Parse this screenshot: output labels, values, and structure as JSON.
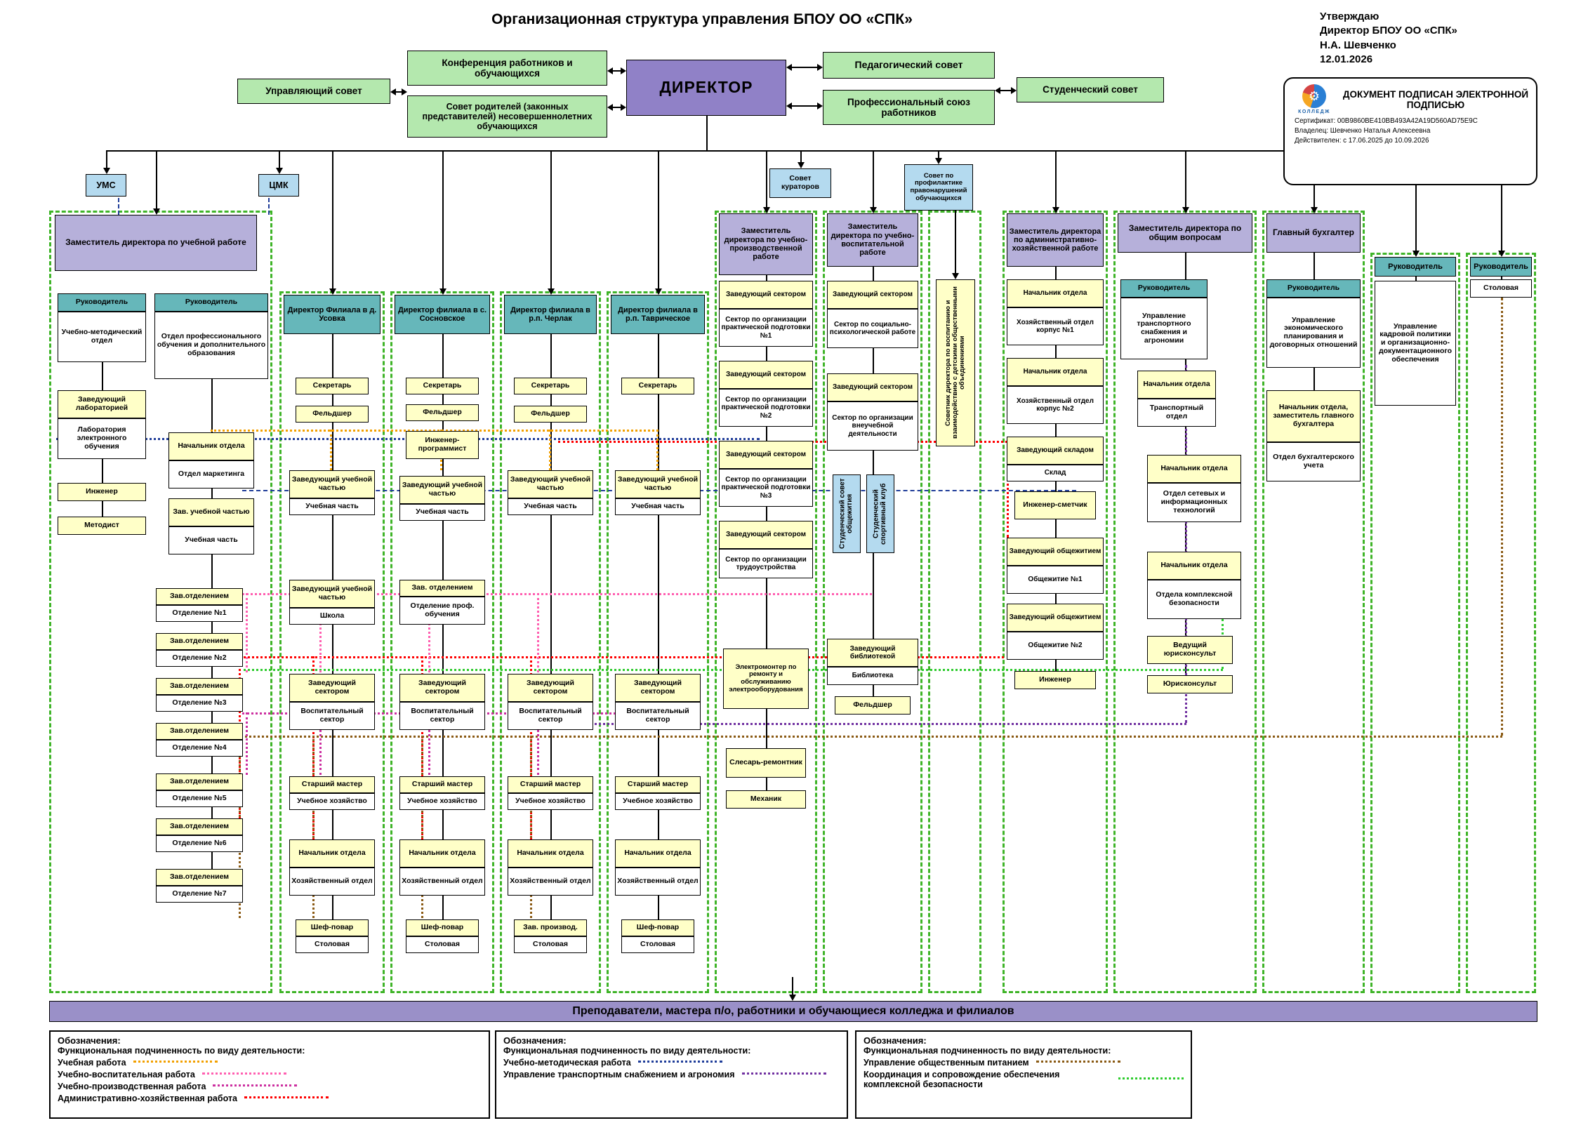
{
  "title": "Организационная структура управления  БПОУ ОО «СПК»",
  "approval": {
    "line1": "Утверждаю",
    "line2": "Директор БПОУ ОО «СПК»",
    "line3": "Н.А. Шевченко",
    "line4": "12.01.2026"
  },
  "signature": {
    "logo": "КОЛЛЕДЖ",
    "heading": "ДОКУМЕНТ ПОДПИСАН ЭЛЕКТРОННОЙ ПОДПИСЬЮ",
    "cert": "Сертификат: 00B9860BE410BB493A42A19D560AD75E9C",
    "owner": "Владелец: Шевченко Наталья Алексеевна",
    "valid": "Действителен: с 17.06.2025 до 10.09.2026"
  },
  "director": "ДИРЕКТОР",
  "councils": {
    "conference": "Конференция работников и обучающихся",
    "managing": "Управляющий совет",
    "parents": "Совет родителей (законных представителей) несовершеннолетних обучающихся",
    "pedagogical": "Педагогический совет",
    "union": "Профессиональный союз работников",
    "student": "Студенческий совет"
  },
  "units_top": {
    "ums": "УМС",
    "cmk": "ЦМК",
    "curators": "Совет кураторов",
    "prevention": "Совет по профилактике правонарушений обучающихся"
  },
  "dept_headers": {
    "uchebnaya": "Заместитель директора по учебной работе",
    "usovka": "Директор Филиала в д. Усовка",
    "sosnovskoe": "Директор филиала в с. Сосновское",
    "cherlak": "Директор филиала в р.п. Черлак",
    "tavricheskoe": "Директор филиала в р.п. Таврическое",
    "proizvodstvo": "Заместитель директора по учебно-производственной работе",
    "vospitanie": "Заместитель директора по учебно-воспитательной работе",
    "ahch": "Заместитель директора по административно-хозяйственной работе",
    "obshchie": "Заместитель директора по общим вопросам",
    "buhgalteria": "Главный бухгалтер",
    "kadry": "Руководитель",
    "stolovaya": "Руководитель"
  },
  "columns": [
    {
      "id": "umo",
      "items": [
        {
          "title": "Руководитель",
          "subtitle": "Учебно-методический отдел"
        },
        {
          "title": "Заведующий лабораторией",
          "subtitle": "Лаборатория электронного обучения"
        },
        {
          "title": "Инженер"
        },
        {
          "title": "Методист"
        }
      ]
    },
    {
      "id": "opo",
      "items": [
        {
          "title": "Руководитель",
          "subtitle": "Отдел профессионального обучения и дополнительного образования"
        },
        {
          "title": "Начальник отдела",
          "subtitle": "Отдел маркетинга"
        },
        {
          "title": "Зав. учебной частью",
          "subtitle": "Учебная часть"
        },
        {
          "title": "Зав.отделением",
          "subtitle": "Отделение №1"
        },
        {
          "title": "Зав.отделением",
          "subtitle": "Отделение №2"
        },
        {
          "title": "Зав.отделением",
          "subtitle": "Отделение №3"
        },
        {
          "title": "Зав.отделением",
          "subtitle": "Отделение №4"
        },
        {
          "title": "Зав.отделением",
          "subtitle": "Отделение №5"
        },
        {
          "title": "Зав.отделением",
          "subtitle": "Отделение №6"
        },
        {
          "title": "Зав.отделением",
          "subtitle": "Отделение №7"
        }
      ]
    },
    {
      "id": "usovka",
      "items": [
        {
          "title": "Секретарь"
        },
        {
          "title": "Фельдшер"
        },
        {
          "title": "Заведующий учебной частью",
          "subtitle": "Учебная часть"
        },
        {
          "title": "Заведующий учебной частью",
          "subtitle": "Школа"
        },
        {
          "title": "Заведующий сектором",
          "subtitle": "Воспитательный сектор"
        },
        {
          "title": "Старший мастер",
          "subtitle": "Учебное хозяйство"
        },
        {
          "title": "Начальник отдела",
          "subtitle": "Хозяйственный отдел"
        },
        {
          "title": "Шеф-повар",
          "subtitle": "Столовая"
        }
      ]
    },
    {
      "id": "sosnovskoe",
      "items": [
        {
          "title": "Секретарь"
        },
        {
          "title": "Фельдшер"
        },
        {
          "title": "Инженер-программист"
        },
        {
          "title": "Заведующий учебной частью",
          "subtitle": "Учебная часть"
        },
        {
          "title": "Зав. отделением",
          "subtitle": "Отделение проф. обучения"
        },
        {
          "title": "Заведующий сектором",
          "subtitle": "Воспитательный сектор"
        },
        {
          "title": "Старший мастер",
          "subtitle": "Учебное хозяйство"
        },
        {
          "title": "Начальник отдела",
          "subtitle": "Хозяйственный отдел"
        },
        {
          "title": "Шеф-повар",
          "subtitle": "Столовая"
        }
      ]
    },
    {
      "id": "cherlak",
      "items": [
        {
          "title": "Секретарь"
        },
        {
          "title": "Фельдшер"
        },
        {
          "title": "Заведующий учебной частью",
          "subtitle": "Учебная часть"
        },
        {
          "title": "Заведующий сектором",
          "subtitle": "Воспитательный сектор"
        },
        {
          "title": "Старший мастер",
          "subtitle": "Учебное хозяйство"
        },
        {
          "title": "Начальник отдела",
          "subtitle": "Хозяйственный отдел"
        },
        {
          "title": "Зав. производ.",
          "subtitle": "Столовая"
        }
      ]
    },
    {
      "id": "tavricheskoe",
      "items": [
        {
          "title": "Секретарь"
        },
        {
          "title": "Заведующий учебной частью",
          "subtitle": "Учебная часть"
        },
        {
          "title": "Заведующий сектором",
          "subtitle": "Воспитательный сектор"
        },
        {
          "title": "Старший мастер",
          "subtitle": "Учебное хозяйство"
        },
        {
          "title": "Начальник отдела",
          "subtitle": "Хозяйственный отдел"
        },
        {
          "title": "Шеф-повар",
          "subtitle": "Столовая"
        }
      ]
    },
    {
      "id": "proizvodstvo",
      "items": [
        {
          "title": "Заведующий сектором",
          "subtitle": "Сектор по организации практической подготовки №1"
        },
        {
          "title": "Заведующий сектором",
          "subtitle": "Сектор по организации практической подготовки №2"
        },
        {
          "title": "Заведующий сектором",
          "subtitle": "Сектор по организации практической подготовки №3"
        },
        {
          "title": "Заведующий сектором",
          "subtitle": "Сектор по организации трудоустройства"
        },
        {
          "title": "Электромонтер по ремонту и обслуживанию электрооборудования"
        },
        {
          "title": "Слесарь-ремонтник"
        },
        {
          "title": "Механик"
        }
      ]
    },
    {
      "id": "vospitanie",
      "items": [
        {
          "title": "Заведующий сектором",
          "subtitle": "Сектор по социально-психологической работе"
        },
        {
          "title": "Заведующий сектором",
          "subtitle": "Сектор по организации внеучебной деятельности"
        },
        {
          "title": "Студенческий совет общежития"
        },
        {
          "title": "Студенческий спортивный клуб"
        },
        {
          "title": "Заведующий библиотекой",
          "subtitle": "Библиотека"
        },
        {
          "title": "Фельдшер"
        }
      ]
    },
    {
      "id": "sovetnik",
      "items": [
        {
          "title": "Советник директора по воспитанию и взаимодействию с детскими общественными объединениями"
        }
      ]
    },
    {
      "id": "ahch",
      "items": [
        {
          "title": "Начальник отдела",
          "subtitle": "Хозяйственный отдел корпус №1"
        },
        {
          "title": "Начальник отдела",
          "subtitle": "Хозяйственный отдел корпус №2"
        },
        {
          "title": "Заведующий складом",
          "subtitle": "Склад"
        },
        {
          "title": "Инженер-сметчик"
        },
        {
          "title": "Заведующий общежитием",
          "subtitle": "Общежитие №1"
        },
        {
          "title": "Заведующий общежитием",
          "subtitle": "Общежитие №2"
        },
        {
          "title": "Инженер"
        }
      ]
    },
    {
      "id": "obshchie",
      "items": [
        {
          "title": "Руководитель",
          "subtitle": "Управление транспортного снабжения и агрономии"
        },
        {
          "title": "Начальник отдела",
          "subtitle": "Транспортный отдел"
        },
        {
          "title": "Начальник отдела",
          "subtitle": "Отдел сетевых и информационных технологий"
        },
        {
          "title": "Начальник отдела",
          "subtitle": "Отдела комплексной безопасности"
        },
        {
          "title": "Ведущий юрисконсульт"
        },
        {
          "title": "Юрисконсульт"
        }
      ]
    },
    {
      "id": "buhgalteria",
      "items": [
        {
          "title": "Руководитель",
          "subtitle": "Управление экономического планирования и договорных отношений"
        },
        {
          "title": "Начальник отдела, заместитель главного бухгалтера",
          "subtitle": "Отдел бухгалтерского учета"
        }
      ]
    },
    {
      "id": "kadry",
      "items": [
        {
          "title": "Управление кадровой политики и организационно-документационного обеспечения"
        }
      ]
    },
    {
      "id": "stolovaya",
      "items": [
        {
          "title": "Столовая"
        }
      ]
    }
  ],
  "bottom_bar": "Преподаватели, мастера п/о, работники и обучающиеся колледжа и филиалов",
  "legends": [
    {
      "heading": "Обозначения:",
      "sub": "Функциональная подчиненность по виду деятельности:",
      "items": [
        {
          "label": "Учебная работа",
          "color": "#f2a000"
        },
        {
          "label": "Учебно-воспитательная работа",
          "color": "#ff5fb0"
        },
        {
          "label": "Учебно-производственная работа",
          "color": "#cc2fa0"
        },
        {
          "label": "Административно-хозяйственная работа",
          "color": "#ff0000"
        }
      ]
    },
    {
      "heading": "Обозначения:",
      "sub": "Функциональная подчиненность по виду деятельности:",
      "items": [
        {
          "label": "Учебно-методическая работа",
          "color": "#1f3d99"
        },
        {
          "label": "Управление транспортным снабжением и агрономия",
          "color": "#7030a0"
        }
      ]
    },
    {
      "heading": "Обозначения:",
      "sub": "Функциональная подчиненность по виду деятельности:",
      "items": [
        {
          "label": "Управление общественным питанием",
          "color": "#8a5a14"
        },
        {
          "label": "Координация и сопровождение обеспечения комплексной безопасности",
          "color": "#2ecc2e"
        }
      ]
    }
  ]
}
